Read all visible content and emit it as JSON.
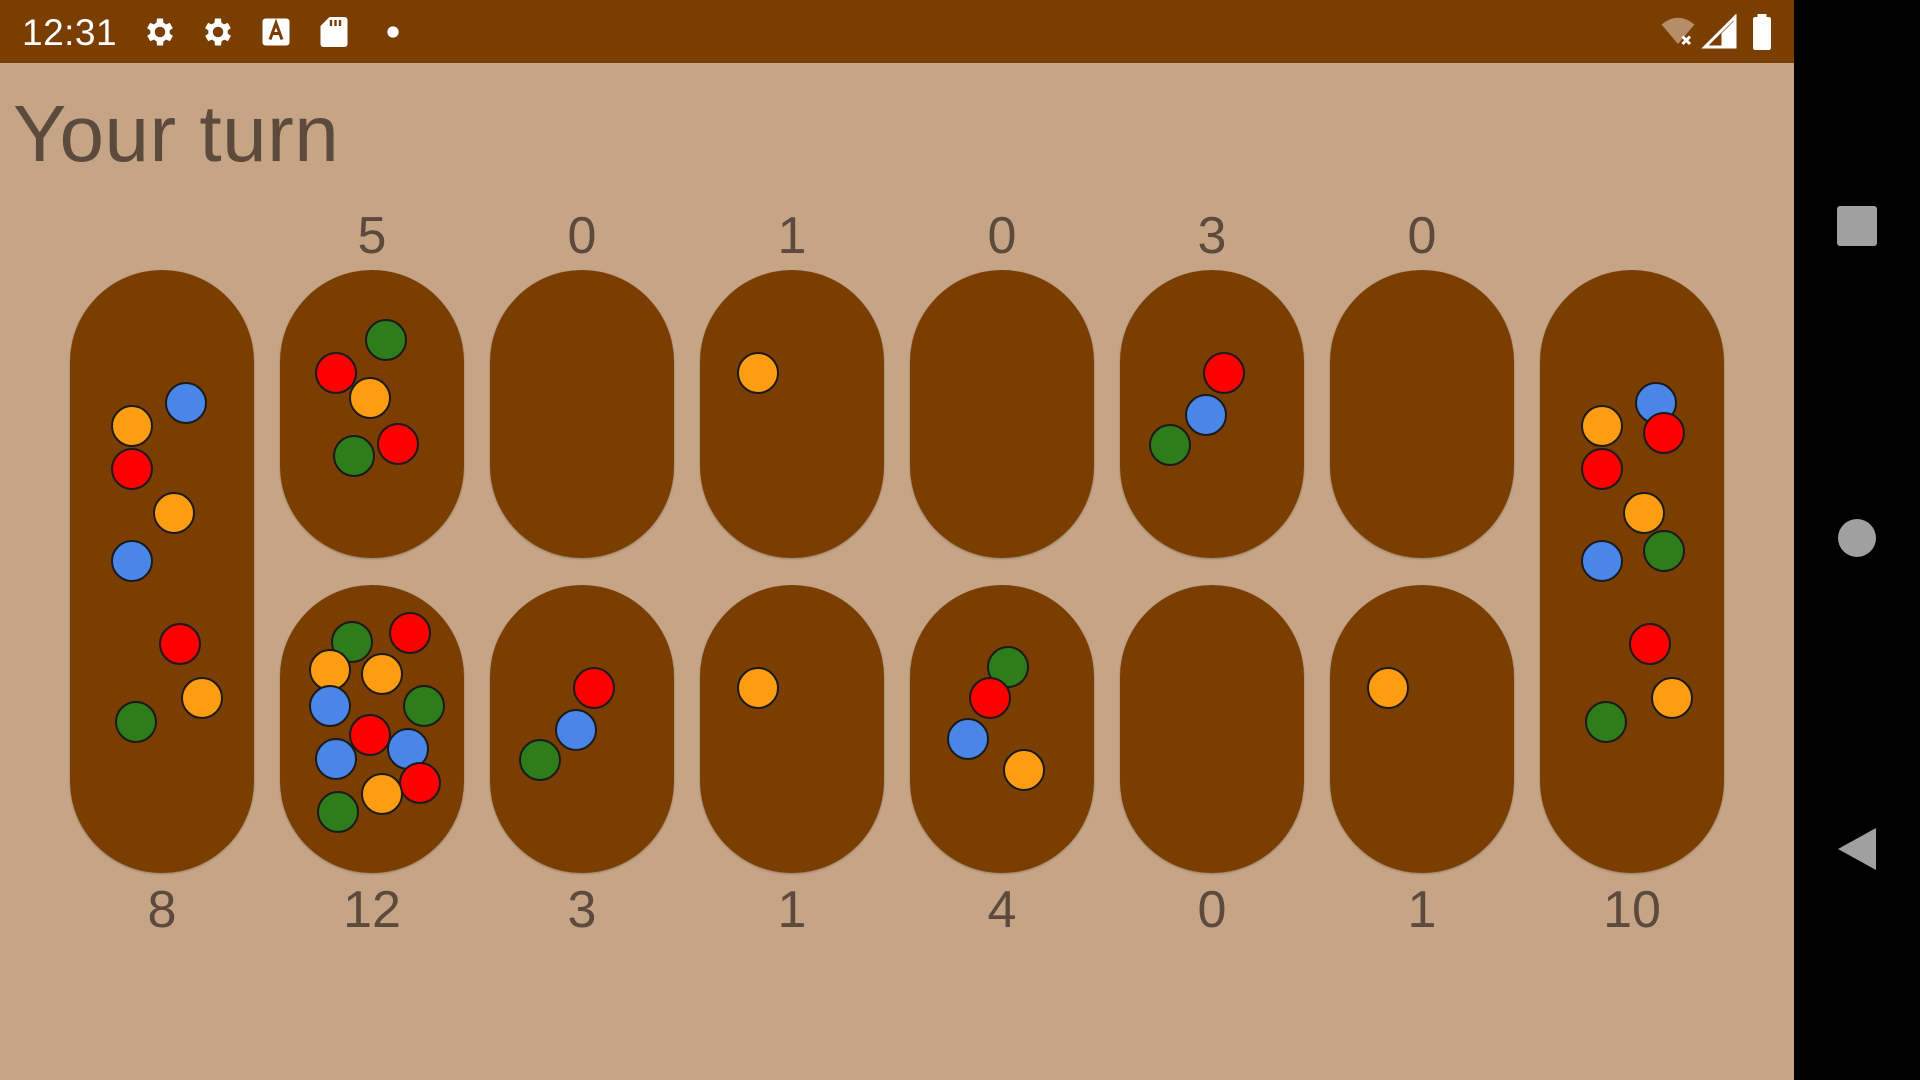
{
  "status_bar": {
    "time": "12:31",
    "left_icons": [
      "settings-gear-icon",
      "settings-gear-icon",
      "text-a-icon",
      "sd-card-icon",
      "dot-icon"
    ],
    "right_icons": [
      "wifi-off-icon",
      "cell-signal-icon",
      "battery-icon"
    ]
  },
  "turn_label": "Your turn",
  "colors": {
    "background": "#c6a586",
    "board_pit": "#7a3e02",
    "status_bar": "#7a3e02",
    "text": "#5c4a3d",
    "stone_orange": "#ff9d12",
    "stone_red": "#ff0000",
    "stone_blue": "#4a86e8",
    "stone_green": "#2e7d1a"
  },
  "stores": {
    "left": {
      "count": "8",
      "stones": [
        "orange",
        "blue",
        "red",
        "orange",
        "blue",
        "red",
        "orange",
        "green"
      ]
    },
    "right": {
      "count": "10",
      "stones": [
        "orange",
        "blue",
        "red",
        "red",
        "orange",
        "green",
        "blue",
        "red",
        "orange",
        "green"
      ]
    }
  },
  "top_pits": [
    {
      "count": "5",
      "stones": [
        "green",
        "red",
        "orange",
        "red",
        "green"
      ]
    },
    {
      "count": "0",
      "stones": []
    },
    {
      "count": "1",
      "stones": [
        "orange"
      ]
    },
    {
      "count": "0",
      "stones": []
    },
    {
      "count": "3",
      "stones": [
        "red",
        "blue",
        "green"
      ]
    },
    {
      "count": "0",
      "stones": []
    }
  ],
  "bottom_pits": [
    {
      "count": "12",
      "stones": [
        "green",
        "red",
        "orange",
        "orange",
        "blue",
        "green",
        "red",
        "blue",
        "blue",
        "red",
        "orange",
        "green"
      ]
    },
    {
      "count": "3",
      "stones": [
        "red",
        "blue",
        "green"
      ]
    },
    {
      "count": "1",
      "stones": [
        "orange"
      ]
    },
    {
      "count": "4",
      "stones": [
        "green",
        "red",
        "blue",
        "orange"
      ]
    },
    {
      "count": "0",
      "stones": []
    },
    {
      "count": "1",
      "stones": [
        "orange"
      ]
    }
  ],
  "nav_bar": [
    "recents-square-icon",
    "home-circle-icon",
    "back-triangle-icon"
  ]
}
